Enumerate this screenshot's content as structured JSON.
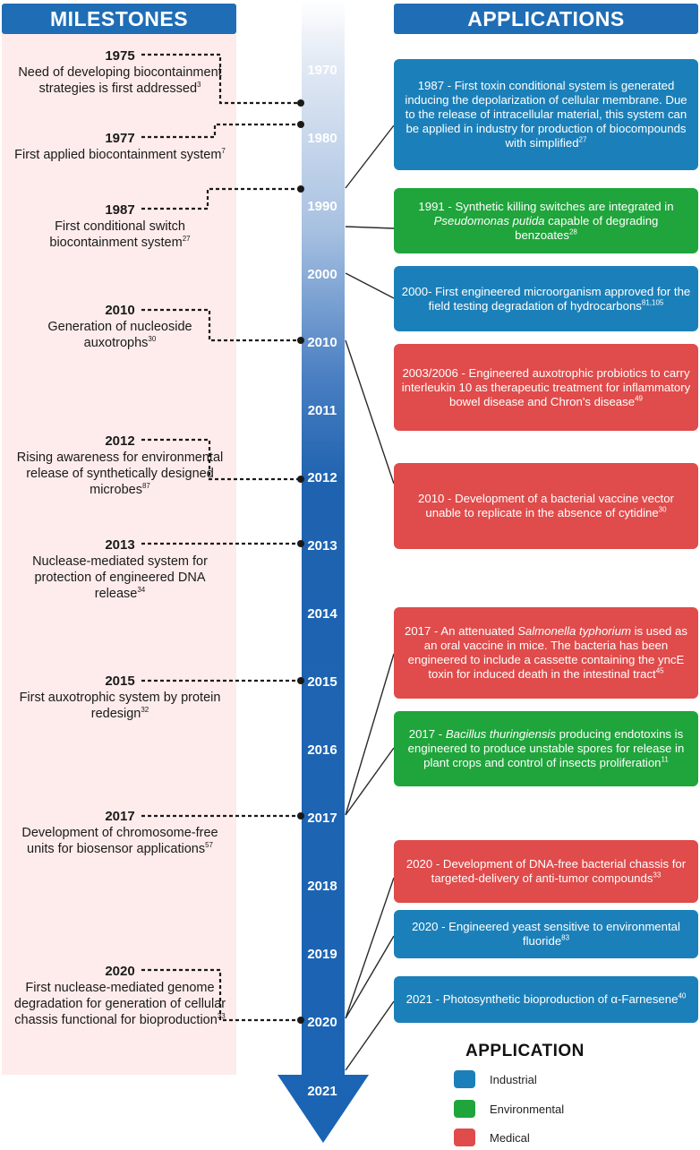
{
  "headers": {
    "milestones": "MILESTONES",
    "applications": "APPLICATIONS"
  },
  "colors": {
    "header": "#1f6db5",
    "industrial": "#1b80b9",
    "environmental": "#1fa53b",
    "medical": "#e04b4b",
    "panel": "#fdeceb"
  },
  "years": [
    "1970",
    "1980",
    "1990",
    "2000",
    "2010",
    "2011",
    "2012",
    "2013",
    "2014",
    "2015",
    "2016",
    "2017",
    "2018",
    "2019",
    "2020",
    "2021"
  ],
  "milestones": [
    {
      "year": "1975",
      "text": "Need of developing biocontainment strategies is first addressed",
      "ref": "3"
    },
    {
      "year": "1977",
      "text": "First applied biocontainment system",
      "ref": "7"
    },
    {
      "year": "1987",
      "text": "First conditional switch biocontainment system",
      "ref": "27"
    },
    {
      "year": "2010",
      "text": "Generation of nucleoside auxotrophs",
      "ref": "30"
    },
    {
      "year": "2012",
      "text": "Rising awareness for environmental release of synthetically designed microbes",
      "ref": "87"
    },
    {
      "year": "2013",
      "text": "Nuclease-mediated system for protection of engineered DNA release",
      "ref": "34"
    },
    {
      "year": "2015",
      "text": "First auxotrophic system by protein redesign",
      "ref": "32"
    },
    {
      "year": "2017",
      "text": "Development of chromosome-free units for biosensor applications",
      "ref": "57"
    },
    {
      "year": "2020",
      "text": "First nuclease-mediated genome degradation for generation of cellular chassis functional for bioproduction",
      "ref": "33"
    }
  ],
  "applications": [
    {
      "category": "industrial",
      "text": "1987 - First toxin conditional system is generated inducing the depolarization of cellular membrane. Due to the release of intracellular material, this system can be applied in industry for production of biocompounds with simplified",
      "ref": "27"
    },
    {
      "category": "environmental",
      "text_before": "1991 - Synthetic killing switches are integrated in ",
      "italic": "Pseudomonas putida",
      "text_after": " capable of degrading benzoates",
      "ref": "28"
    },
    {
      "category": "industrial",
      "text": "2000- First engineered microorganism approved for the field testing degradation of hydrocarbons",
      "ref": "81,105"
    },
    {
      "category": "medical",
      "text": "2003/2006 - Engineered auxotrophic probiotics to carry interleukin 10 as therapeutic treatment for inflammatory bowel disease and Chron's disease",
      "ref": "49"
    },
    {
      "category": "medical",
      "text": "2010 - Development of a bacterial vaccine vector unable to replicate in the absence of cytidine",
      "ref": "30"
    },
    {
      "category": "medical",
      "text_before": "2017 - An attenuated ",
      "italic": "Salmonella typhorium",
      "text_after": " is used as an oral vaccine in mice. The bacteria has been engineered to include a cassette containing the yncE toxin for induced death in the intestinal tract",
      "ref": "45"
    },
    {
      "category": "environmental",
      "text_before": "2017 - ",
      "italic": "Bacillus thuringiensis",
      "text_after": " producing endotoxins is engineered to produce unstable spores for release in plant crops and control of insects proliferation",
      "ref": "11"
    },
    {
      "category": "medical",
      "text": "2020 - Development of DNA-free bacterial chassis for targeted-delivery of anti-tumor compounds",
      "ref": "33"
    },
    {
      "category": "industrial",
      "text": "2020 - Engineered yeast sensitive to environmental fluoride",
      "ref": "83"
    },
    {
      "category": "industrial",
      "text": "2021 - Photosynthetic bioproduction of α-Farnesene",
      "ref": "40"
    }
  ],
  "legend": {
    "title": "APPLICATION",
    "items": [
      {
        "label": "Industrial",
        "category": "industrial"
      },
      {
        "label": "Environmental",
        "category": "environmental"
      },
      {
        "label": "Medical",
        "category": "medical"
      }
    ]
  }
}
